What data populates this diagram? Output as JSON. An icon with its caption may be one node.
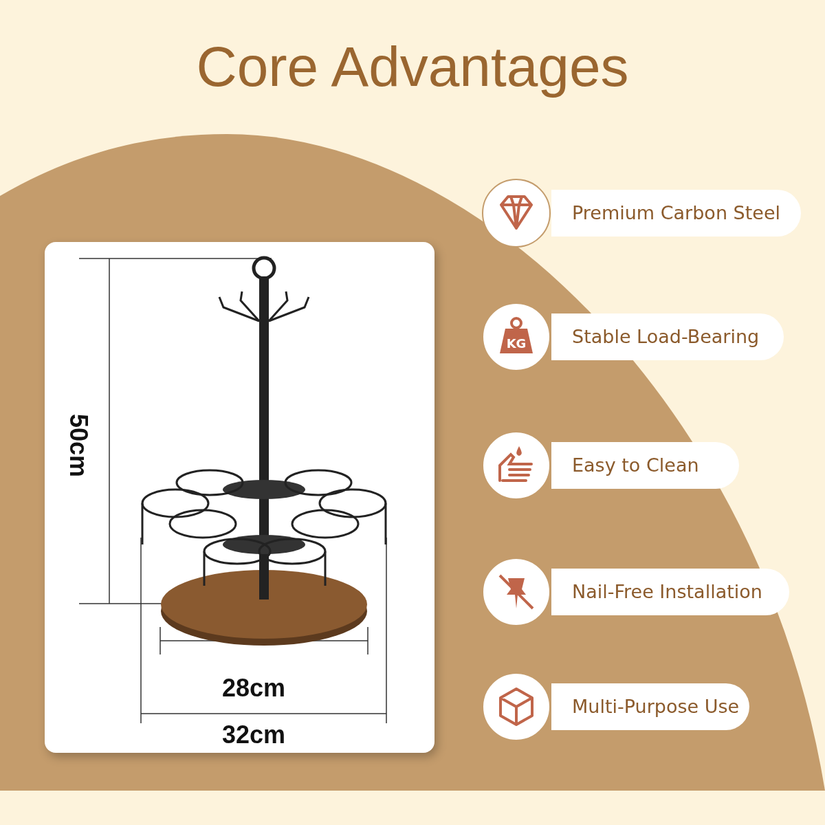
{
  "diagram": {
    "title": "Core Advantages",
    "nodes": [
      {
        "text": [
          "Premium Carbon Steel"
        ]
      },
      {
        "text": [
          "Stable Load-Bearing"
        ]
      },
      {
        "text": [
          "Easy to Clean"
        ]
      },
      {
        "text": [
          "Nail-Free Installation"
        ]
      },
      {
        "text": [
          "Multi-Purpose Use"
        ]
      }
    ],
    "edges": [],
    "labels": [
      "50cm",
      "28cm",
      "32cm",
      "KG"
    ]
  }
}
